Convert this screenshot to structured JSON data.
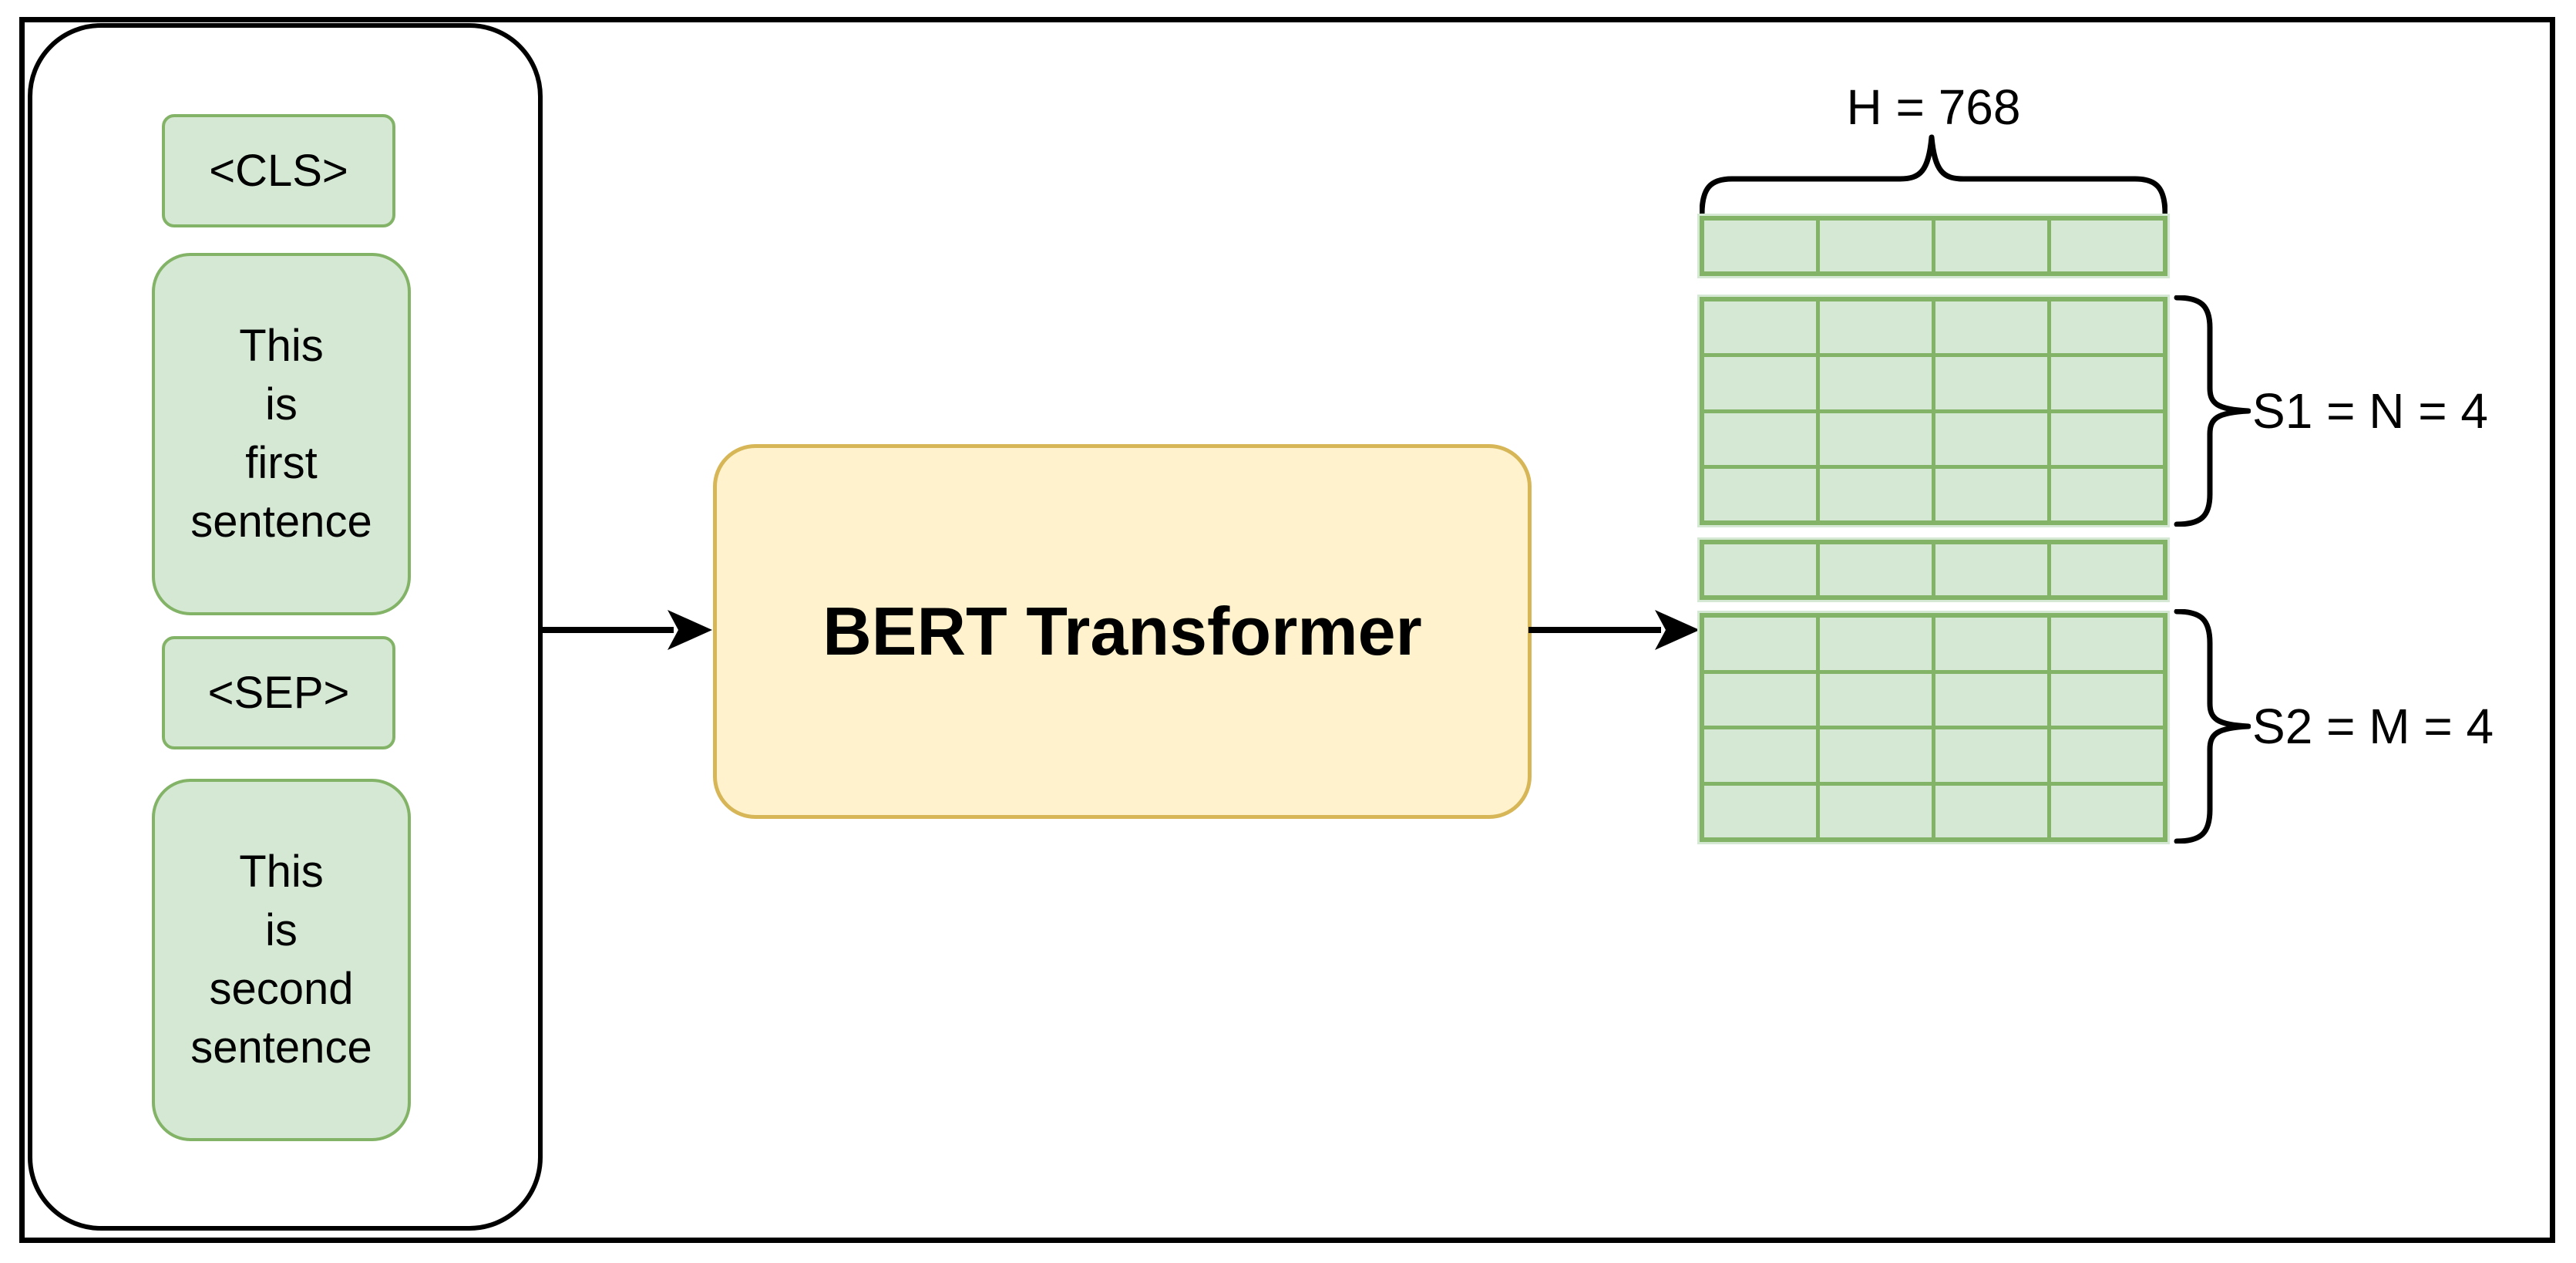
{
  "diagram": {
    "input_panel": {
      "tokens": [
        {
          "label": "<CLS>"
        },
        {
          "lines": [
            "This",
            "is",
            "first",
            "sentence"
          ]
        },
        {
          "label": "<SEP>"
        },
        {
          "lines": [
            "This",
            "is",
            "second",
            "sentence"
          ]
        }
      ]
    },
    "model": {
      "label": "BERT Transformer"
    },
    "output_panel": {
      "hidden_size_label": "H = 768",
      "s1_label": "S1 = N = 4",
      "s2_label": "S2 = M = 4",
      "grids": [
        {
          "name": "cls-vector-grid",
          "rows": 1,
          "cols": 4
        },
        {
          "name": "s1-matrix-grid",
          "rows": 4,
          "cols": 4
        },
        {
          "name": "sep-vector-grid",
          "rows": 1,
          "cols": 4
        },
        {
          "name": "s2-matrix-grid",
          "rows": 4,
          "cols": 4
        }
      ]
    },
    "colors": {
      "token_fill": "#d5e8d4",
      "token_stroke": "#82b366",
      "model_fill": "#fff2cc",
      "model_stroke": "#d6b656",
      "line": "#000000"
    }
  }
}
